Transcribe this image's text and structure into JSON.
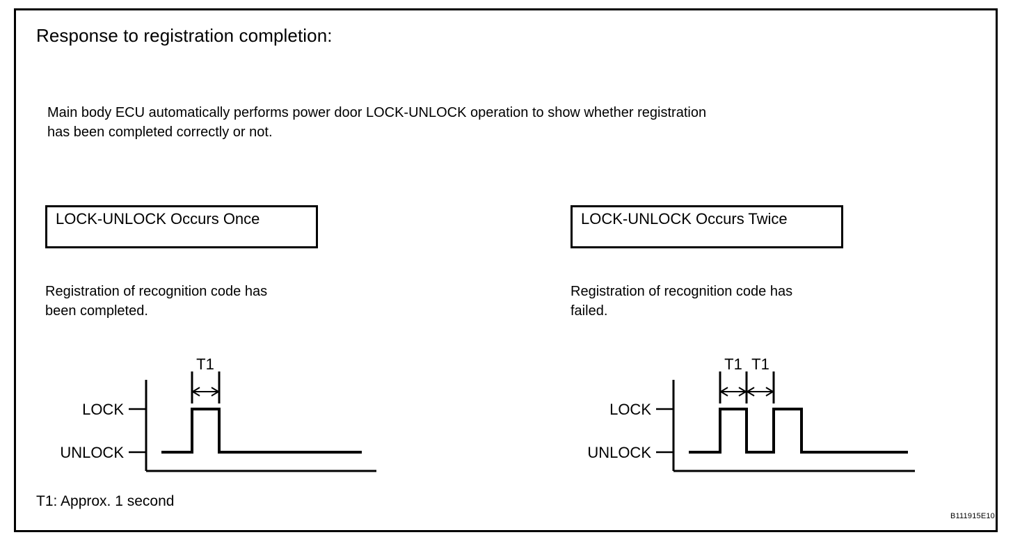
{
  "document": {
    "heading": "Response to registration completion:",
    "intro": [
      "Main body ECU automatically performs power door LOCK-UNLOCK operation to show whether registration",
      "has been completed correctly or not."
    ],
    "footnote": "T1: Approx. 1 second",
    "doc_id": "B111915E10",
    "border_color": "#000000",
    "text_color": "#000000",
    "background_color": "#ffffff"
  },
  "cases": [
    {
      "box_label": "LOCK-UNLOCK Occurs Once",
      "description": [
        "Registration of recognition code has",
        "been completed."
      ],
      "chart": {
        "y_labels": {
          "high": "LOCK",
          "low": "UNLOCK"
        },
        "dimension_labels": [
          "T1"
        ]
      }
    },
    {
      "box_label": "LOCK-UNLOCK Occurs Twice",
      "description": [
        "Registration of recognition code has",
        "failed."
      ],
      "chart": {
        "y_labels": {
          "high": "LOCK",
          "low": "UNLOCK"
        },
        "dimension_labels": [
          "T1",
          "T1"
        ]
      }
    }
  ],
  "chart_data": [
    {
      "type": "line",
      "title": "LOCK-UNLOCK Occurs Once",
      "xlabel": "",
      "ylabel": "",
      "states": [
        "UNLOCK",
        "LOCK"
      ],
      "tick_labels": [
        "LOCK",
        "UNLOCK"
      ],
      "waveform": [
        {
          "t": 0,
          "state": "UNLOCK"
        },
        {
          "t": 1,
          "state": "LOCK"
        },
        {
          "t": 2,
          "state": "UNLOCK"
        },
        {
          "t": 8,
          "state": "UNLOCK"
        }
      ],
      "annotations": [
        {
          "label": "T1",
          "from_t": 1,
          "to_t": 2
        }
      ],
      "grid": false,
      "legend": "none"
    },
    {
      "type": "line",
      "title": "LOCK-UNLOCK Occurs Twice",
      "xlabel": "",
      "ylabel": "",
      "states": [
        "UNLOCK",
        "LOCK"
      ],
      "tick_labels": [
        "LOCK",
        "UNLOCK"
      ],
      "waveform": [
        {
          "t": 0,
          "state": "UNLOCK"
        },
        {
          "t": 1,
          "state": "LOCK"
        },
        {
          "t": 2,
          "state": "UNLOCK"
        },
        {
          "t": 3,
          "state": "LOCK"
        },
        {
          "t": 4,
          "state": "UNLOCK"
        },
        {
          "t": 8,
          "state": "UNLOCK"
        }
      ],
      "annotations": [
        {
          "label": "T1",
          "from_t": 1,
          "to_t": 2
        },
        {
          "label": "T1",
          "from_t": 2,
          "to_t": 3
        }
      ],
      "grid": false,
      "legend": "none"
    }
  ]
}
